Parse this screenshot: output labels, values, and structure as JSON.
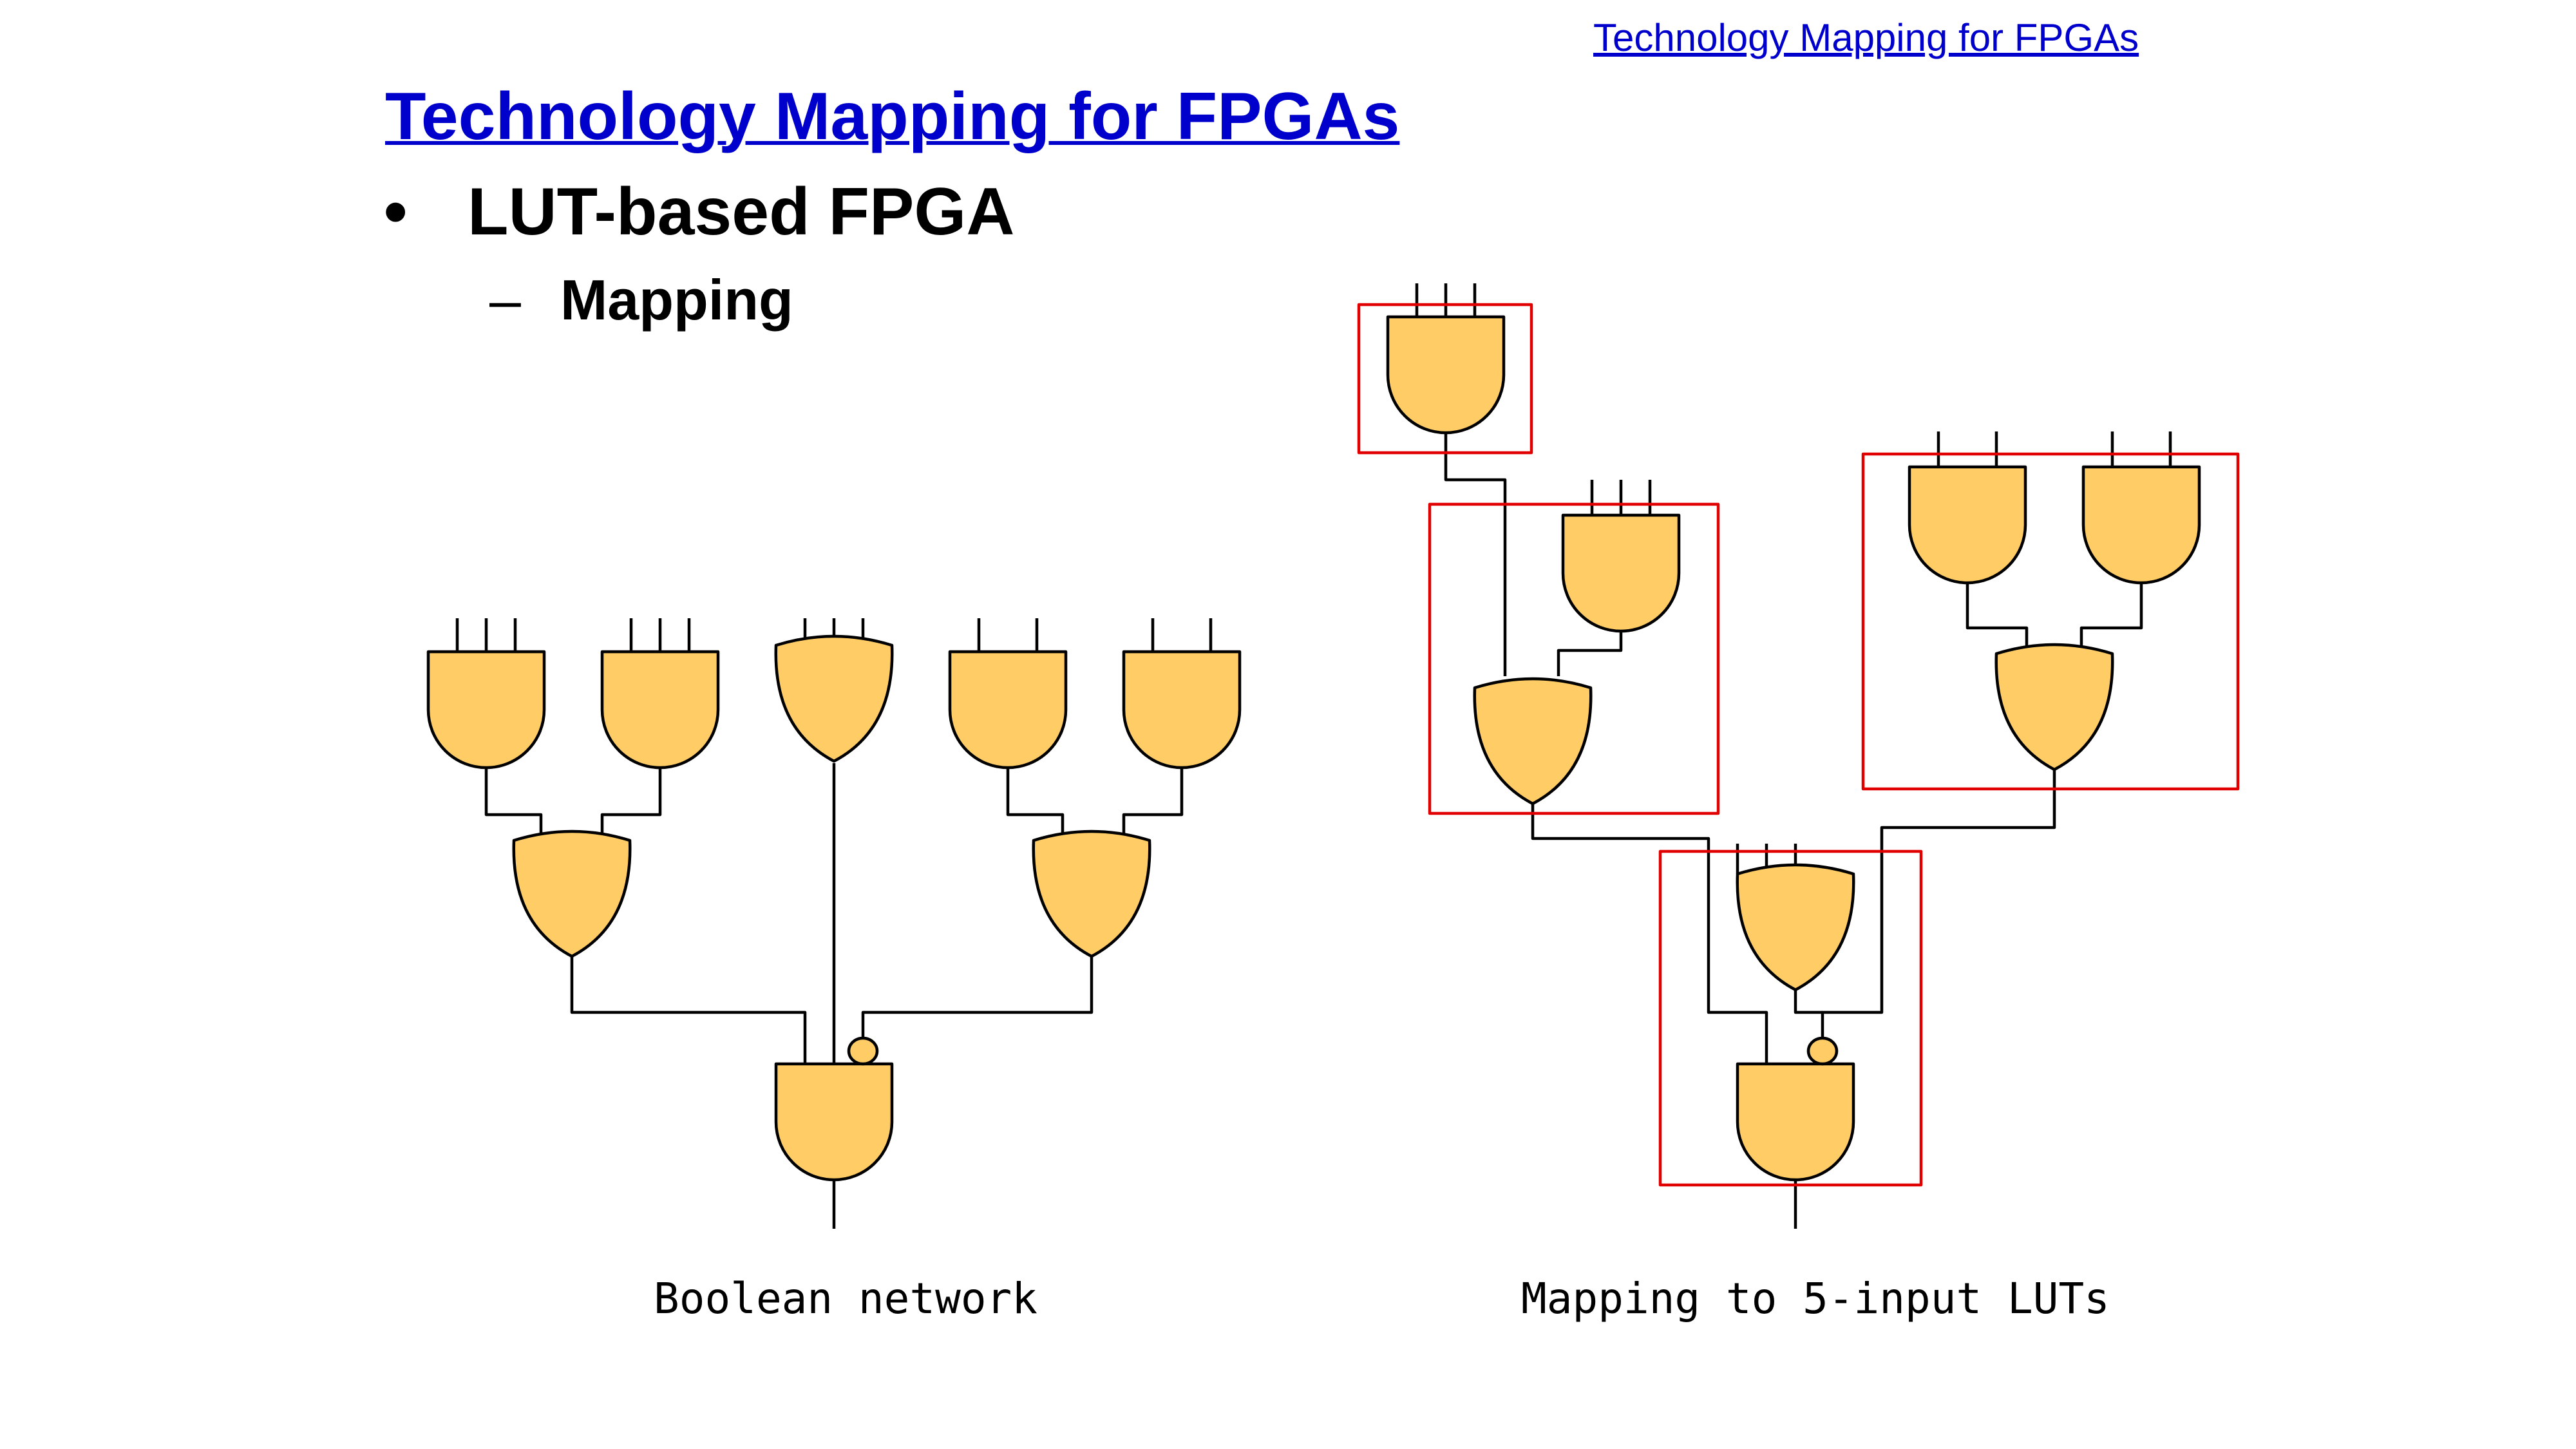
{
  "header": {
    "top_link": "Technology Mapping for FPGAs"
  },
  "slide": {
    "title": "Technology Mapping for FPGAs",
    "bullet": "LUT-based FPGA",
    "bullet_marker": "•",
    "subbullet": "Mapping",
    "subbullet_marker": "–"
  },
  "diagrams": {
    "left_caption": "Boolean network",
    "right_caption": "Mapping to 5-input LUTs"
  },
  "colors": {
    "gate_fill": "#FFCC66",
    "lut_box": "#E00000",
    "link": "#0000CC"
  }
}
